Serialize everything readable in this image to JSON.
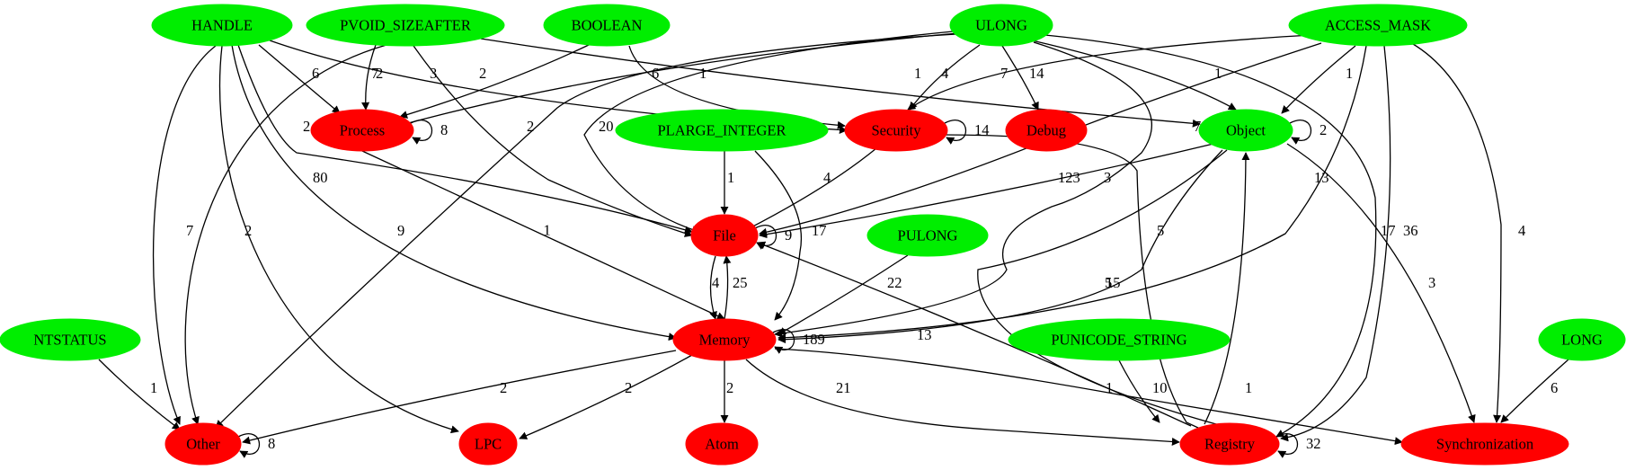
{
  "colors": {
    "type_node": "#00ee00",
    "category_node": "#ff0000",
    "edge": "#000000",
    "background": "#ffffff"
  },
  "nodes": [
    {
      "id": "handle",
      "label": "HANDLE",
      "kind": "type"
    },
    {
      "id": "pvoid",
      "label": "PVOID_SIZEAFTER",
      "kind": "type"
    },
    {
      "id": "boolean",
      "label": "BOOLEAN",
      "kind": "type"
    },
    {
      "id": "ulong",
      "label": "ULONG",
      "kind": "type"
    },
    {
      "id": "access",
      "label": "ACCESS_MASK",
      "kind": "type"
    },
    {
      "id": "process",
      "label": "Process",
      "kind": "category"
    },
    {
      "id": "plarge",
      "label": "PLARGE_INTEGER",
      "kind": "type"
    },
    {
      "id": "security",
      "label": "Security",
      "kind": "category"
    },
    {
      "id": "debug",
      "label": "Debug",
      "kind": "category"
    },
    {
      "id": "object",
      "label": "Object",
      "kind": "type"
    },
    {
      "id": "file",
      "label": "File",
      "kind": "category"
    },
    {
      "id": "pulong",
      "label": "PULONG",
      "kind": "type"
    },
    {
      "id": "ntstatus",
      "label": "NTSTATUS",
      "kind": "type"
    },
    {
      "id": "memory",
      "label": "Memory",
      "kind": "category"
    },
    {
      "id": "punicode",
      "label": "PUNICODE_STRING",
      "kind": "type"
    },
    {
      "id": "long",
      "label": "LONG",
      "kind": "type"
    },
    {
      "id": "other",
      "label": "Other",
      "kind": "category"
    },
    {
      "id": "lpc",
      "label": "LPC",
      "kind": "category"
    },
    {
      "id": "atom",
      "label": "Atom",
      "kind": "category"
    },
    {
      "id": "registry",
      "label": "Registry",
      "kind": "category"
    },
    {
      "id": "sync",
      "label": "Synchronization",
      "kind": "category"
    }
  ],
  "edges": [
    {
      "from": "handle",
      "to": "process",
      "label": "6"
    },
    {
      "from": "handle",
      "to": "security",
      "label": "3"
    },
    {
      "from": "handle",
      "to": "file",
      "label": "2"
    },
    {
      "from": "handle",
      "to": "memory",
      "label": "80"
    },
    {
      "from": "handle",
      "to": "other",
      "label": "7"
    },
    {
      "from": "handle",
      "to": "lpc",
      "label": "2"
    },
    {
      "from": "pvoid",
      "to": "process",
      "label": "2"
    },
    {
      "from": "pvoid",
      "to": "file",
      "label": "2"
    },
    {
      "from": "pvoid",
      "to": "object",
      "label": "1"
    },
    {
      "from": "pvoid",
      "to": "other",
      "label": "7"
    },
    {
      "from": "boolean",
      "to": "process",
      "label": "2"
    },
    {
      "from": "boolean",
      "to": "security",
      "label": "1"
    },
    {
      "from": "ulong",
      "to": "process",
      "label": "6"
    },
    {
      "from": "ulong",
      "to": "file",
      "label": "20"
    },
    {
      "from": "ulong",
      "to": "security",
      "label": "4"
    },
    {
      "from": "ulong",
      "to": "debug",
      "label": "14"
    },
    {
      "from": "ulong",
      "to": "object",
      "label": "1"
    },
    {
      "from": "ulong",
      "to": "memory",
      "label": "123"
    },
    {
      "from": "ulong",
      "to": "registry",
      "label": "17"
    },
    {
      "from": "ulong",
      "to": "other",
      "label": "9"
    },
    {
      "from": "access",
      "to": "security",
      "label": "7"
    },
    {
      "from": "access",
      "to": "object",
      "label": "1"
    },
    {
      "from": "access",
      "to": "file",
      "label": "7"
    },
    {
      "from": "access",
      "to": "memory",
      "label": "13"
    },
    {
      "from": "access",
      "to": "registry",
      "label": "36"
    },
    {
      "from": "access",
      "to": "sync",
      "label": "4"
    },
    {
      "from": "process",
      "to": "process",
      "label": "8"
    },
    {
      "from": "process",
      "to": "memory",
      "label": "1"
    },
    {
      "from": "security",
      "to": "security",
      "label": "14"
    },
    {
      "from": "security",
      "to": "file",
      "label": "4"
    },
    {
      "from": "security",
      "to": "registry",
      "label": "5"
    },
    {
      "from": "plarge",
      "to": "file",
      "label": "1"
    },
    {
      "from": "plarge",
      "to": "memory",
      "label": "17"
    },
    {
      "from": "object",
      "to": "object",
      "label": "2"
    },
    {
      "from": "object",
      "to": "file",
      "label": "3"
    },
    {
      "from": "object",
      "to": "memory",
      "label": "5"
    },
    {
      "from": "object",
      "to": "registry",
      "label": "15"
    },
    {
      "from": "object",
      "to": "sync",
      "label": "3"
    },
    {
      "from": "file",
      "to": "file",
      "label": "9"
    },
    {
      "from": "file",
      "to": "memory",
      "label": "4"
    },
    {
      "from": "memory",
      "to": "file",
      "label": "25"
    },
    {
      "from": "pulong",
      "to": "memory",
      "label": "22"
    },
    {
      "from": "memory",
      "to": "memory",
      "label": "189"
    },
    {
      "from": "memory",
      "to": "other",
      "label": "2"
    },
    {
      "from": "memory",
      "to": "lpc",
      "label": "2"
    },
    {
      "from": "memory",
      "to": "atom",
      "label": "2"
    },
    {
      "from": "memory",
      "to": "registry",
      "label": "21"
    },
    {
      "from": "memory",
      "to": "sync",
      "label": "1"
    },
    {
      "from": "registry",
      "to": "file",
      "label": "13"
    },
    {
      "from": "registry",
      "to": "object",
      "label": "1"
    },
    {
      "from": "registry",
      "to": "registry",
      "label": "32"
    },
    {
      "from": "ntstatus",
      "to": "other",
      "label": "1"
    },
    {
      "from": "punicode",
      "to": "registry",
      "label": "10"
    },
    {
      "from": "long",
      "to": "sync",
      "label": "6"
    },
    {
      "from": "other",
      "to": "other",
      "label": "8"
    }
  ]
}
